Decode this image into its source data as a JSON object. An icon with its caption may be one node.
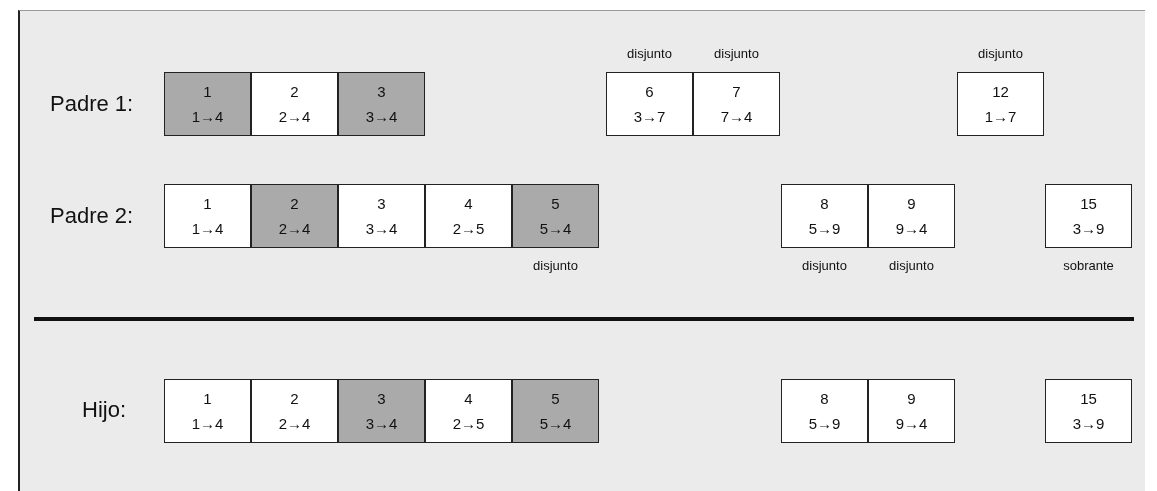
{
  "diagram": {
    "nodes": [
      {
        "text": [
          "1",
          "1→4"
        ]
      },
      {
        "text": [
          "2",
          "2→4"
        ]
      },
      {
        "text": [
          "3",
          "3→4"
        ]
      },
      {
        "text": [
          "6",
          "3→7"
        ],
        "beside": [
          "disjunto"
        ]
      },
      {
        "text": [
          "7",
          "7→4"
        ],
        "beside": [
          "disjunto"
        ]
      },
      {
        "text": [
          "12",
          "1→7"
        ],
        "beside": [
          "disjunto"
        ]
      },
      {
        "text": [
          "1",
          "1→4"
        ]
      },
      {
        "text": [
          "2",
          "2→4"
        ]
      },
      {
        "text": [
          "3",
          "3→4"
        ]
      },
      {
        "text": [
          "4",
          "2→5"
        ]
      },
      {
        "text": [
          "5",
          "5→4"
        ],
        "beside": [
          "disjunto"
        ]
      },
      {
        "text": [
          "8",
          "5→9"
        ],
        "beside": [
          "disjunto"
        ]
      },
      {
        "text": [
          "9",
          "9→4"
        ],
        "beside": [
          "disjunto"
        ]
      },
      {
        "text": [
          "15",
          "3→9"
        ],
        "beside": [
          "sobrante"
        ]
      },
      {
        "text": [
          "1",
          "1→4"
        ]
      },
      {
        "text": [
          "2",
          "2→4"
        ]
      },
      {
        "text": [
          "3",
          "3→4"
        ]
      },
      {
        "text": [
          "4",
          "2→5"
        ]
      },
      {
        "text": [
          "5",
          "5→4"
        ]
      },
      {
        "text": [
          "8",
          "5→9"
        ]
      },
      {
        "text": [
          "9",
          "9→4"
        ]
      },
      {
        "text": [
          "15",
          "3→9"
        ]
      }
    ],
    "labels": [
      "Padre 1:",
      "Padre 2:",
      "Hijo:"
    ]
  }
}
